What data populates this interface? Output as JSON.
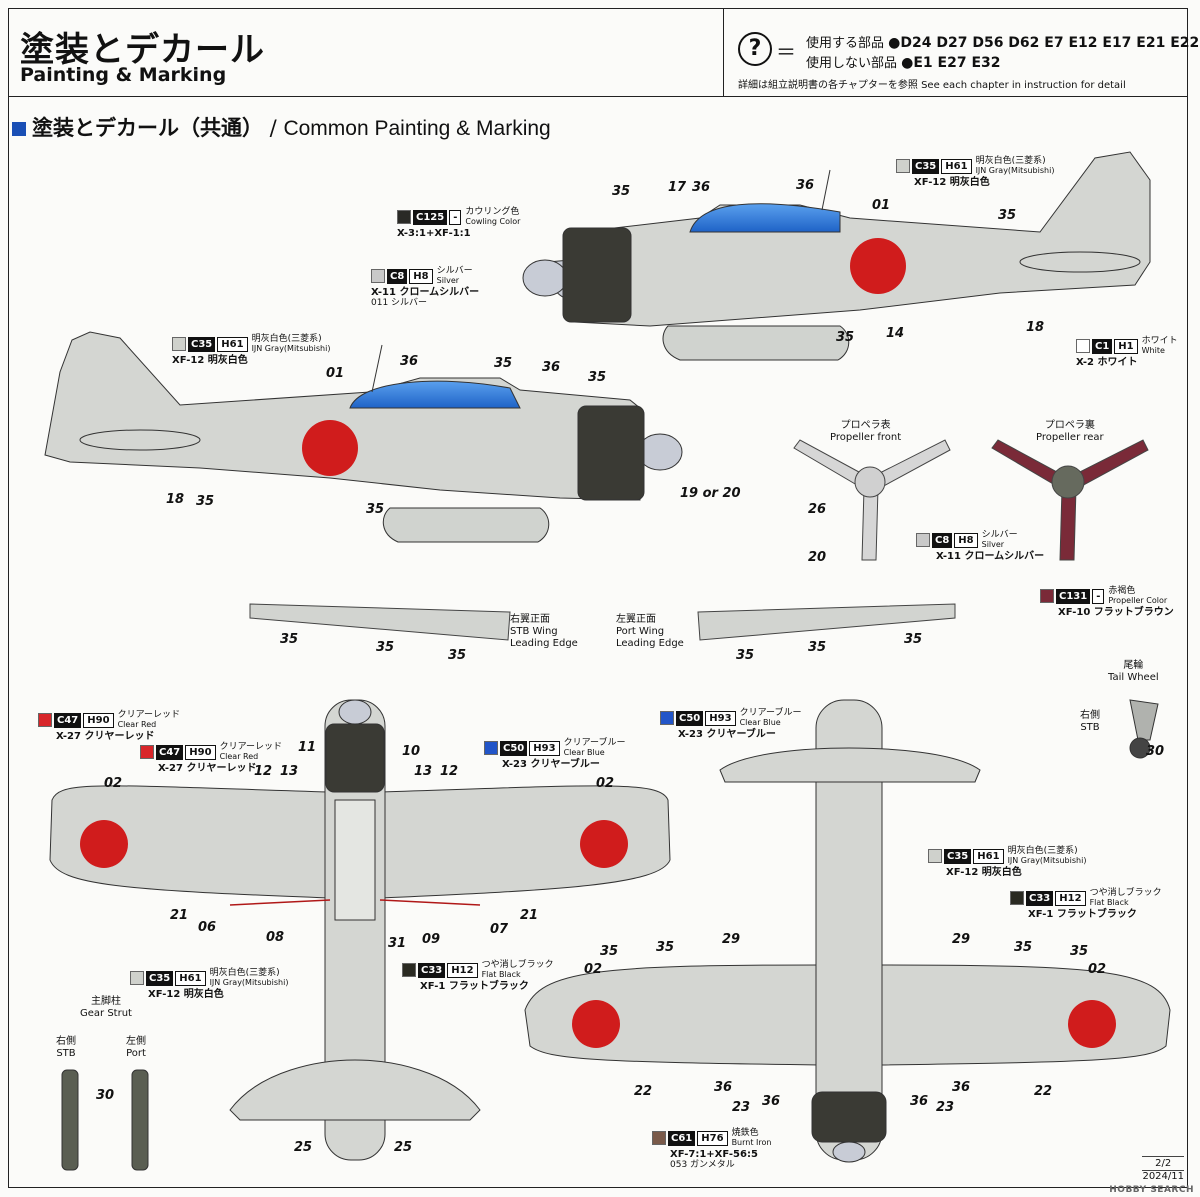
{
  "header": {
    "title_jp": "塗装とデカール",
    "title_en": "Painting & Marking",
    "help_symbol": "?",
    "equals": "＝",
    "used_label": "使用する部品",
    "used_parts": "●D24 D27 D56 D62 E7 E12 E17 E21 E22",
    "unused_label": "使用しない部品",
    "unused_parts": "●E1 E27 E32",
    "note": "詳細は組立説明書の各チャプターを参照   See each chapter in instruction for detail"
  },
  "section": {
    "title_jp": "塗装とデカール（共通）",
    "slash": " / ",
    "title_en": "Common Painting & Marking"
  },
  "paints": {
    "cowling": {
      "c": "C125",
      "h": "-",
      "jp": "カウリング色",
      "en": "Cowling Color",
      "mix": "X-3:1+XF-1:1",
      "sub": "",
      "color": "#2a2a26"
    },
    "silver1": {
      "c": "C8",
      "h": "H8",
      "jp": "シルバー",
      "en": "Silver",
      "mix": "X-11 クロームシルバー",
      "sub": "011 シルバー",
      "color": "#c9c9c9"
    },
    "gray_top": {
      "c": "C35",
      "h": "H61",
      "jp": "明灰白色(三菱系)",
      "en": "IJN Gray(Mitsubishi)",
      "mix": "XF-12 明灰白色",
      "sub": "",
      "color": "#cfd1cc"
    },
    "gray_left": {
      "c": "C35",
      "h": "H61",
      "jp": "明灰白色(三菱系)",
      "en": "IJN Gray(Mitsubishi)",
      "mix": "XF-12 明灰白色",
      "sub": "",
      "color": "#cfd1cc"
    },
    "white": {
      "c": "C1",
      "h": "H1",
      "jp": "ホワイト",
      "en": "White",
      "mix": "X-2 ホワイト",
      "sub": "",
      "color": "#ffffff"
    },
    "silver2": {
      "c": "C8",
      "h": "H8",
      "jp": "シルバー",
      "en": "Silver",
      "mix": "X-11 クロームシルバー",
      "sub": "",
      "color": "#c9c9c9"
    },
    "prop_color": {
      "c": "C131",
      "h": "-",
      "jp": "赤褐色",
      "en": "Propeller Color",
      "mix": "XF-10 フラットブラウン",
      "sub": "",
      "color": "#7a2a38"
    },
    "clear_red1": {
      "c": "C47",
      "h": "H90",
      "jp": "クリアーレッド",
      "en": "Clear Red",
      "mix": "X-27 クリヤーレッド",
      "sub": "",
      "color": "#d8262a"
    },
    "clear_red2": {
      "c": "C47",
      "h": "H90",
      "jp": "クリアーレッド",
      "en": "Clear Red",
      "mix": "X-27 クリヤーレッド",
      "sub": "",
      "color": "#d8262a"
    },
    "clear_blue1": {
      "c": "C50",
      "h": "H93",
      "jp": "クリアーブルー",
      "en": "Clear Blue",
      "mix": "X-23 クリヤーブルー",
      "sub": "",
      "color": "#2255c8"
    },
    "clear_blue2": {
      "c": "C50",
      "h": "H93",
      "jp": "クリアーブルー",
      "en": "Clear Blue",
      "mix": "X-23 クリヤーブルー",
      "sub": "",
      "color": "#2255c8"
    },
    "flat_black1": {
      "c": "C33",
      "h": "H12",
      "jp": "つや消しブラック",
      "en": "Flat Black",
      "mix": "XF-1 フラットブラック",
      "sub": "",
      "color": "#2a2a22"
    },
    "gray_bottom": {
      "c": "C35",
      "h": "H61",
      "jp": "明灰白色(三菱系)",
      "en": "IJN Gray(Mitsubishi)",
      "mix": "XF-12 明灰白色",
      "sub": "",
      "color": "#cfd1cc"
    },
    "gray_right": {
      "c": "C35",
      "h": "H61",
      "jp": "明灰白色(三菱系)",
      "en": "IJN Gray(Mitsubishi)",
      "mix": "XF-12 明灰白色",
      "sub": "",
      "color": "#cfd1cc"
    },
    "flat_black2": {
      "c": "C33",
      "h": "H12",
      "jp": "つや消しブラック",
      "en": "Flat Black",
      "mix": "XF-1 フラットブラック",
      "sub": "",
      "color": "#2a2a22"
    },
    "burnt_iron": {
      "c": "C61",
      "h": "H76",
      "jp": "焼鉄色",
      "en": "Burnt Iron",
      "mix": "XF-7:1+XF-56:5",
      "sub": "053 ガンメタル",
      "color": "#7a5a4a"
    }
  },
  "labels": {
    "prop_front_jp": "プロペラ表",
    "prop_front_en": "Propeller front",
    "prop_rear_jp": "プロペラ裏",
    "prop_rear_en": "Propeller rear",
    "stb_wing_jp": "右翼正面",
    "stb_wing_en1": "STB Wing",
    "stb_wing_en2": "Leading Edge",
    "port_wing_jp": "左翼正面",
    "port_wing_en1": "Port Wing",
    "port_wing_en2": "Leading Edge",
    "tail_wheel_jp": "尾輪",
    "tail_wheel_en": "Tail Wheel",
    "tw_side_jp": "右側",
    "tw_side_en": "STB",
    "gear_jp": "主脚柱",
    "gear_en": "Gear Strut",
    "gear_stb_jp": "右側",
    "gear_stb_en": "STB",
    "gear_port_jp": "左側",
    "gear_port_en": "Port"
  },
  "callouts": {
    "n35a": "35",
    "n17": "17",
    "n36a": "36",
    "n36b": "36",
    "n01a": "01",
    "n35b": "35",
    "n35c": "35",
    "n14": "14",
    "n18a": "18",
    "n36c": "36",
    "n35d": "35",
    "n36d": "36",
    "n35e": "35",
    "n01b": "01",
    "n18b": "18",
    "n35f": "35",
    "n35g": "35",
    "n1920": "19 or 20",
    "n26": "26",
    "n20": "20",
    "w35a": "35",
    "w35b": "35",
    "w35c": "35",
    "w35d": "35",
    "w35e": "35",
    "w35f": "35",
    "n30a": "30",
    "n30b": "30",
    "b11": "11",
    "b10": "10",
    "b12a": "12",
    "b13a": "13",
    "b13b": "13",
    "b12b": "12",
    "b02a": "02",
    "b02b": "02",
    "b21a": "21",
    "b06": "06",
    "b08": "08",
    "b31": "31",
    "b09": "09",
    "b07": "07",
    "b21b": "21",
    "b25a": "25",
    "b25b": "25",
    "t29a": "29",
    "t29b": "29",
    "t35a": "35",
    "t35b": "35",
    "t35c": "35",
    "t35d": "35",
    "t02a": "02",
    "t02b": "02",
    "t22a": "22",
    "t22b": "22",
    "t23a": "23",
    "t23b": "23",
    "t36a": "36",
    "t36b": "36",
    "t36c": "36",
    "t36d": "36"
  },
  "footer": {
    "page": "2/2",
    "date": "2024/11"
  },
  "watermark": "HOBBY SEARCH"
}
